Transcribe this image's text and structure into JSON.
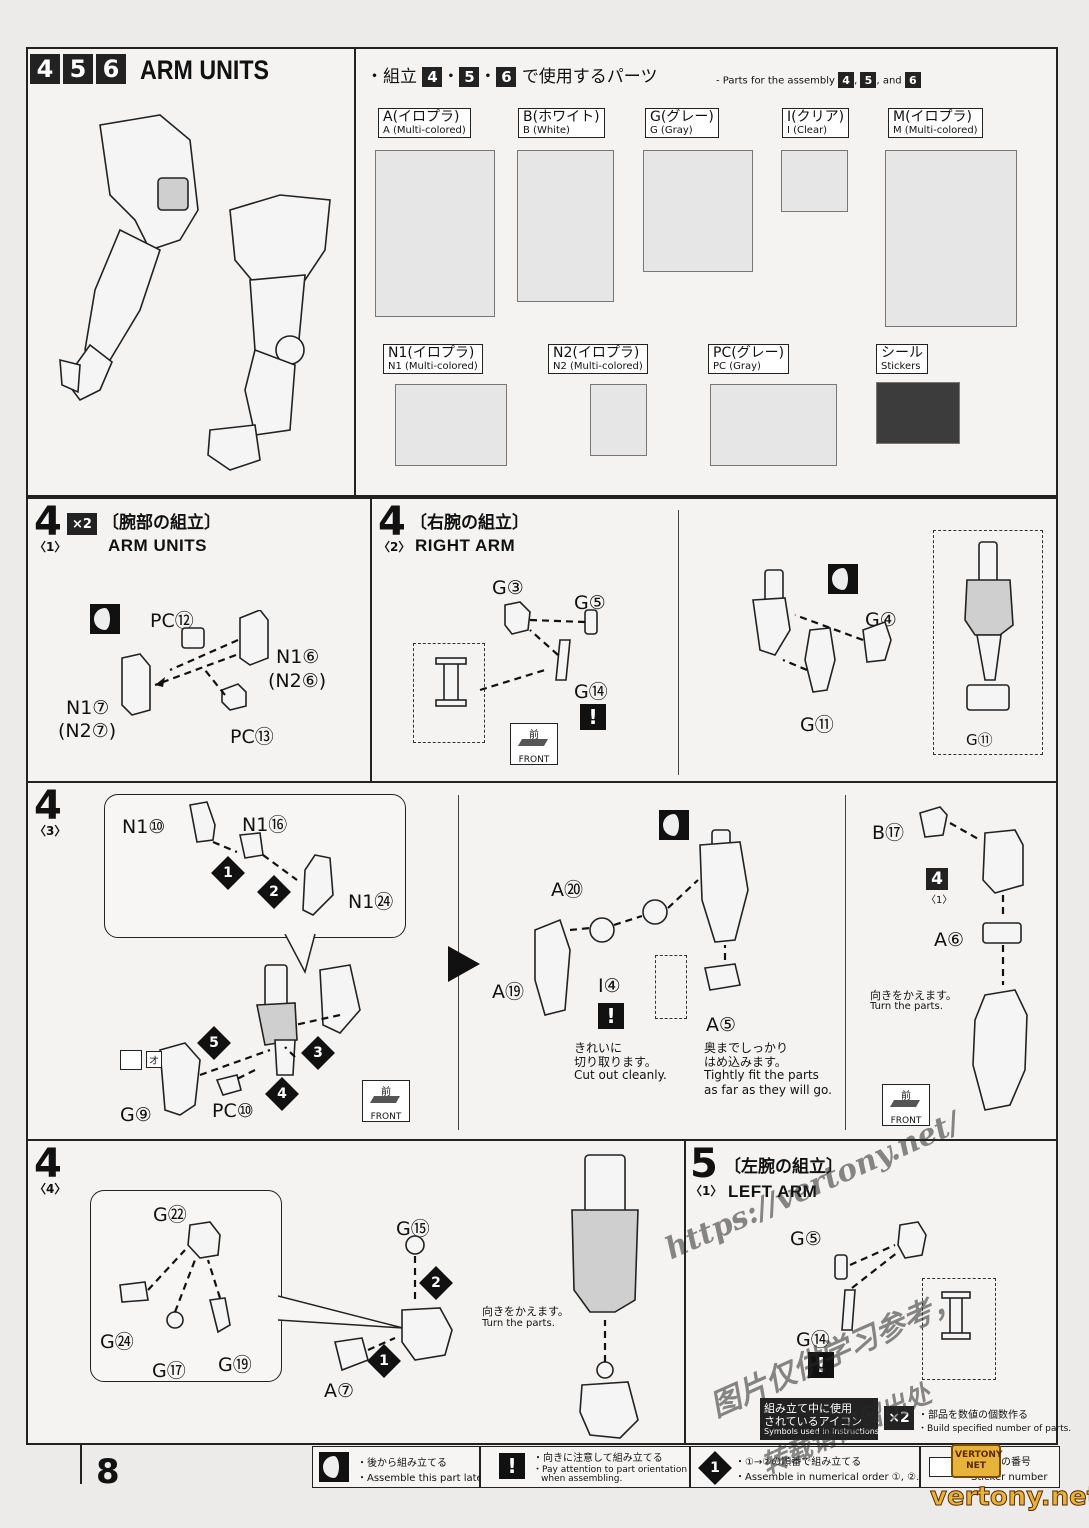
{
  "header": {
    "step_numbers": [
      "4",
      "5",
      "6"
    ],
    "title": "ARM UNITS",
    "parts_jp_prefix": "・組立",
    "parts_jp_suffix": "で使用するパーツ",
    "parts_en": "- Parts for the assembly",
    "parts_en_and": ", and"
  },
  "runners": [
    {
      "code": "A",
      "jp": "(イロプラ)",
      "en": "A (Multi-colored)"
    },
    {
      "code": "B",
      "jp": "(ホワイト)",
      "en": "B (White)"
    },
    {
      "code": "G",
      "jp": "(グレー)",
      "en": "G (Gray)"
    },
    {
      "code": "I",
      "jp": "(クリア)",
      "en": "I (Clear)"
    },
    {
      "code": "M",
      "jp": "(イロプラ)",
      "en": "M (Multi-colored)"
    },
    {
      "code": "N1",
      "jp": "(イロプラ)",
      "en": "N1 (Multi-colored)"
    },
    {
      "code": "N2",
      "jp": "(イロプラ)",
      "en": "N2 (Multi-colored)"
    },
    {
      "code": "PC",
      "jp": "(グレー)",
      "en": "PC (Gray)"
    },
    {
      "code": "シール",
      "jp": "",
      "en": "Stickers"
    }
  ],
  "step4_1": {
    "num": "4",
    "sub": "〈1〉",
    "times": "×2",
    "jp": "〔腕部の組立〕",
    "en": "ARM UNITS",
    "labels": [
      "PC⑫",
      "N1⑥",
      "(N2⑥)",
      "N1⑦",
      "(N2⑦)",
      "PC⑬"
    ]
  },
  "step4_2": {
    "num": "4",
    "sub": "〈2〉",
    "jp": "〔右腕の組立〕",
    "en": "RIGHT ARM",
    "labels": [
      "G③",
      "G⑤",
      "G⑭",
      "G④",
      "G⑪",
      "G⑪"
    ],
    "front_jp": "前",
    "front_en": "FRONT"
  },
  "step4_3": {
    "num": "4",
    "sub": "〈3〉",
    "labels": [
      "N1⑩",
      "N1⑯",
      "N1㉔",
      "G⑨",
      "PC⑩",
      "A⑳",
      "A⑲",
      "I④",
      "A⑤",
      "B⑰",
      "A⑥"
    ],
    "sticker_tag": "オ",
    "ref_num": "4",
    "ref_sub": "〈1〉",
    "cut_jp_1": "きれいに",
    "cut_jp_2": "切り取ります。",
    "cut_en": "Cut out cleanly.",
    "fit_jp_1": "奥までしっかり",
    "fit_jp_2": "はめ込みます。",
    "fit_en_1": "Tightly fit the parts",
    "fit_en_2": "as far as they will go.",
    "turn_jp": "向きをかえます。",
    "turn_en": "Turn the parts.",
    "front_jp": "前",
    "front_en": "FRONT"
  },
  "step4_4": {
    "num": "4",
    "sub": "〈4〉",
    "labels": [
      "G㉒",
      "G㉔",
      "G⑰",
      "G⑲",
      "G⑮",
      "A⑦"
    ],
    "turn_jp": "向きをかえます。",
    "turn_en": "Turn the parts."
  },
  "step5_1": {
    "num": "5",
    "sub": "〈1〉",
    "jp": "〔左腕の組立〕",
    "en": "LEFT ARM",
    "labels": [
      "G⑤",
      "G⑭"
    ]
  },
  "legend_box": {
    "jp_1": "組み立て中に使用",
    "jp_2": "されているアイコン",
    "en": "Symbols used in instructions",
    "times": "×2",
    "times_jp": "・部品を数値の個数作る",
    "times_en": "・Build specified number of parts."
  },
  "footer": {
    "page": "8",
    "later_jp": "・後から組み立てる",
    "later_en": "・Assemble this part later.",
    "attn_jp": "・向きに注意して組み立てる",
    "attn_en_1": "・Pay attention to part orientation",
    "attn_en_2": "when assembling.",
    "order_jp": "・①→②の順番で組み立てる",
    "order_en": "・Assemble in numerical order ①, ②...",
    "sticker_jp": "・シールの番号",
    "sticker_en": "・Sticker number"
  },
  "watermark": {
    "url": "https://vertony.net/",
    "cn_1": "图片仅供学习参考，",
    "cn_2": "转载请保留出处",
    "badge": "VERTONY NET",
    "site": "vertony.net"
  },
  "colors": {
    "ink": "#222222",
    "paper": "#ecebea",
    "accent_gold": "#e8b33a"
  }
}
